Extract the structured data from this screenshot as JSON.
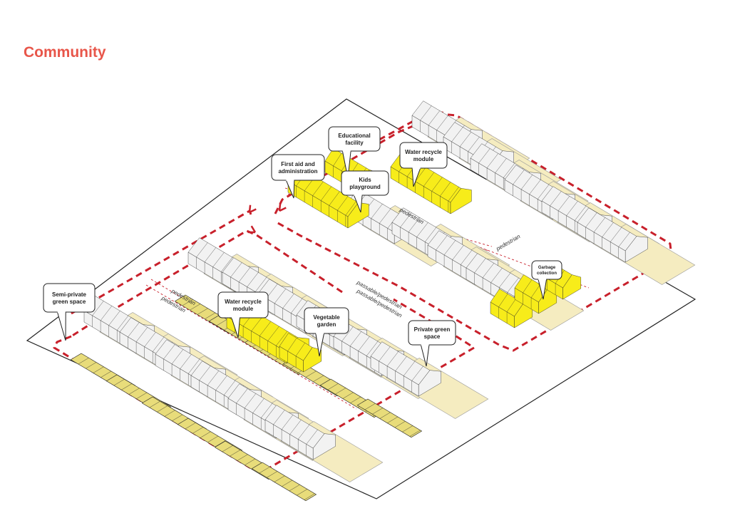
{
  "title": "Community",
  "colors": {
    "title": "#e8564a",
    "route": "#c8202b",
    "module": "#f7ec1a",
    "house": "#f2f2f2",
    "garden": "#f5ecc0",
    "outline": "#222222"
  },
  "labels": {
    "educational": [
      "Educational",
      "facility"
    ],
    "first_aid": [
      "First aid and",
      "administration"
    ],
    "kids": [
      "Kids",
      "playground"
    ],
    "water_top": [
      "Water recycle",
      "module"
    ],
    "semi_private": [
      "Semi-private",
      "green space"
    ],
    "water_bottom": [
      "Water recycle",
      "module"
    ],
    "vegetable": [
      "Vegetable",
      "garden"
    ],
    "private_green": [
      "Private green",
      "space"
    ],
    "garbage": [
      "Garbage",
      "collection"
    ]
  },
  "paths": {
    "pedestrian": "pedestrian",
    "passable_pedestrian": "passable/pedestrian"
  }
}
